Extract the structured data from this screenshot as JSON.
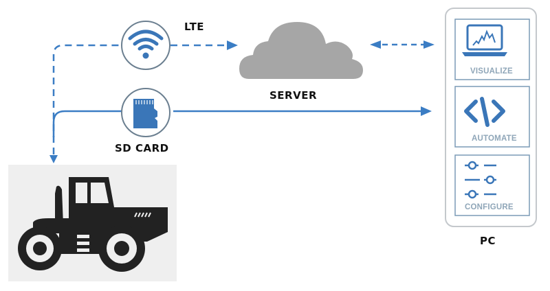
{
  "colors": {
    "accent_blue": "#3b7dc4",
    "icon_blue": "#3a76b8",
    "circle_stroke": "#6b7f90",
    "cloud_gray": "#a6a6a6",
    "panel_border": "#c4c8cc",
    "card_border": "#7a9ab6",
    "tractor": "#222222",
    "tractor_bg": "#efefef"
  },
  "labels": {
    "lte": "LTE",
    "sd_card": "SD CARD",
    "server": "SERVER",
    "pc": "PC"
  },
  "pc_panel": {
    "cards": [
      {
        "label": "VISUALIZE",
        "icon": "laptop-chart-icon"
      },
      {
        "label": "AUTOMATE",
        "icon": "code-icon"
      },
      {
        "label": "CONFIGURE",
        "icon": "sliders-icon"
      }
    ]
  },
  "connections": [
    {
      "from": "vehicle",
      "to": "server",
      "via": "LTE",
      "style": "dashed",
      "direction": "bidirectional"
    },
    {
      "from": "server",
      "to": "pc",
      "style": "dashed",
      "direction": "bidirectional"
    },
    {
      "from": "vehicle",
      "to": "pc",
      "via": "SD CARD",
      "style": "solid",
      "direction": "one-way"
    }
  ]
}
